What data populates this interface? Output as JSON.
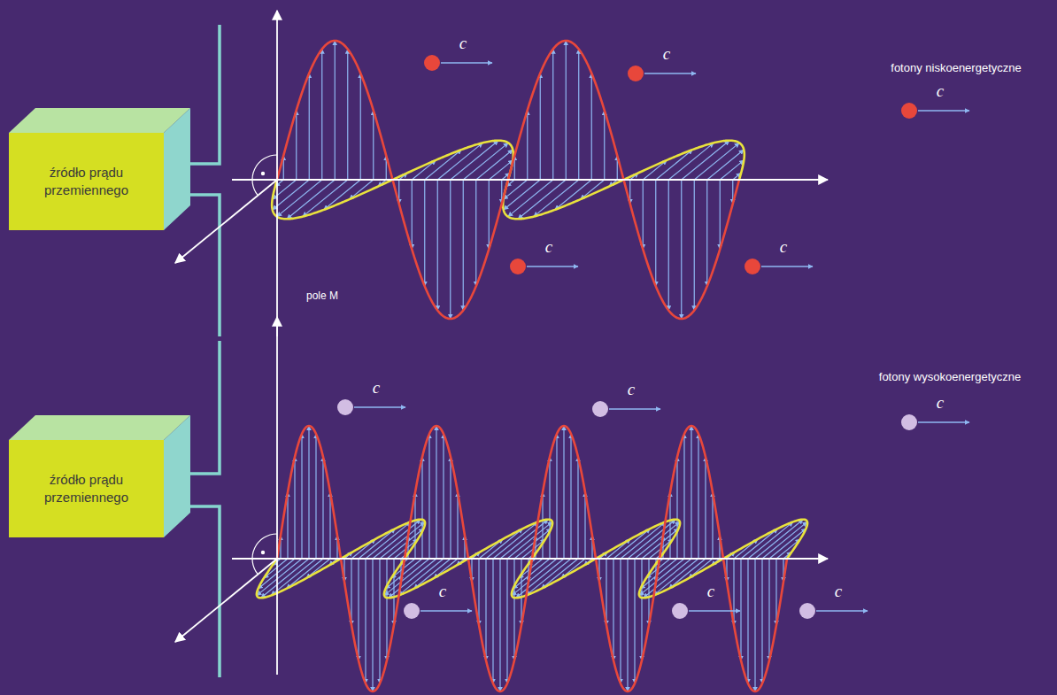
{
  "diagram": {
    "nodes": [
      {
        "text": [
          "źródło prądu przemiennego"
        ]
      },
      {
        "text": [
          "źródło prądu przemiennego"
        ]
      }
    ],
    "labels": [
      "c",
      "c",
      "c",
      "c",
      "pole M",
      "fotony niskoenergetyczne",
      "c",
      "c",
      "c",
      "c",
      "c",
      "c",
      "fotony wysokoenergetyczne",
      "c"
    ]
  }
}
